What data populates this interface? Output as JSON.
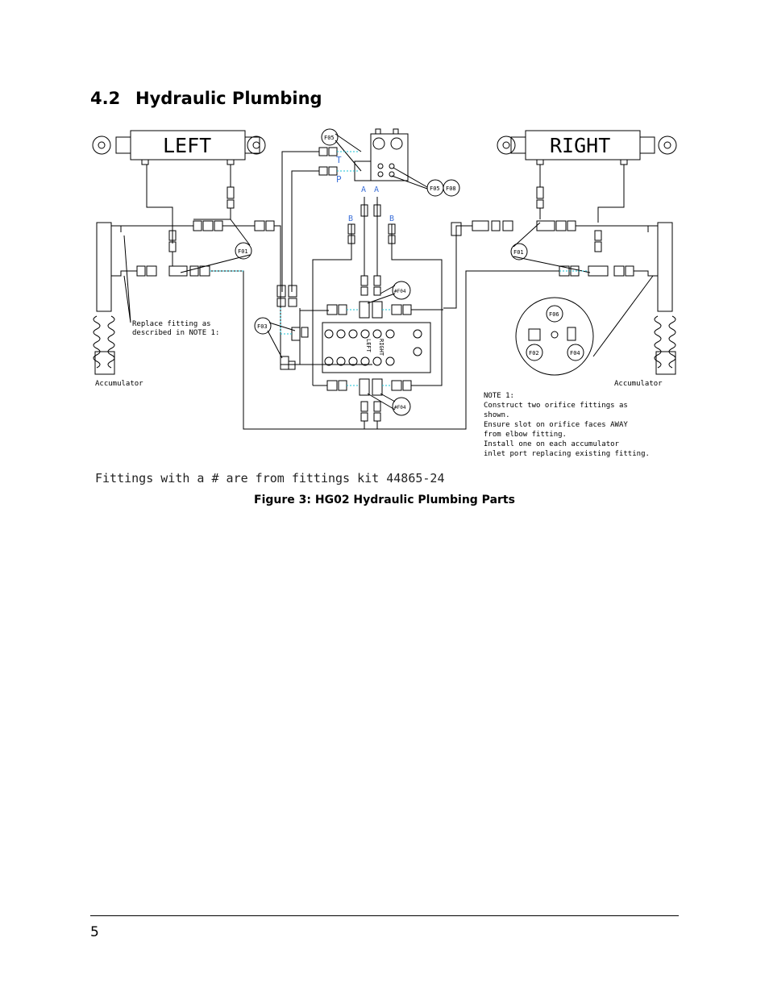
{
  "section": {
    "number": "4.2",
    "title": "Hydraulic Plumbing"
  },
  "diagram": {
    "cyl_left": "LEFT",
    "cyl_right": "RIGHT",
    "port_t": "T",
    "port_p": "P",
    "port_a1": "A",
    "port_a2": "A",
    "port_b1": "B",
    "port_b2": "B",
    "tag_f05_top": "F05",
    "tag_f05_block": "F05",
    "tag_f08": "F08",
    "tag_f01_left": "F01",
    "tag_f01_right": "F01",
    "tag_f04_upper": "#F04",
    "tag_f04_lower": "#F04",
    "tag_f03": "F03",
    "detail_f06": "F06",
    "detail_f02": "F02",
    "detail_f04": "F04",
    "manifold_left": "LEFT",
    "manifold_right": "RIGHT",
    "replace_line1": "Replace fitting as",
    "replace_line2": "described in NOTE 1:",
    "accumulator_left": "Accumulator",
    "accumulator_right": "Accumulator",
    "note_title": "NOTE 1:",
    "note_l1": "Construct two orifice fittings as",
    "note_l2": "shown.",
    "note_l3": "Ensure slot on orifice faces AWAY",
    "note_l4": "from elbow fitting.",
    "note_l5": "Install one on each accumulator",
    "note_l6": "inlet port replacing existing fitting.",
    "kit_note": "Fittings with a # are from fittings kit 44865-24"
  },
  "caption": "Figure 3: HG02 Hydraulic Plumbing Parts",
  "page_number": "5"
}
